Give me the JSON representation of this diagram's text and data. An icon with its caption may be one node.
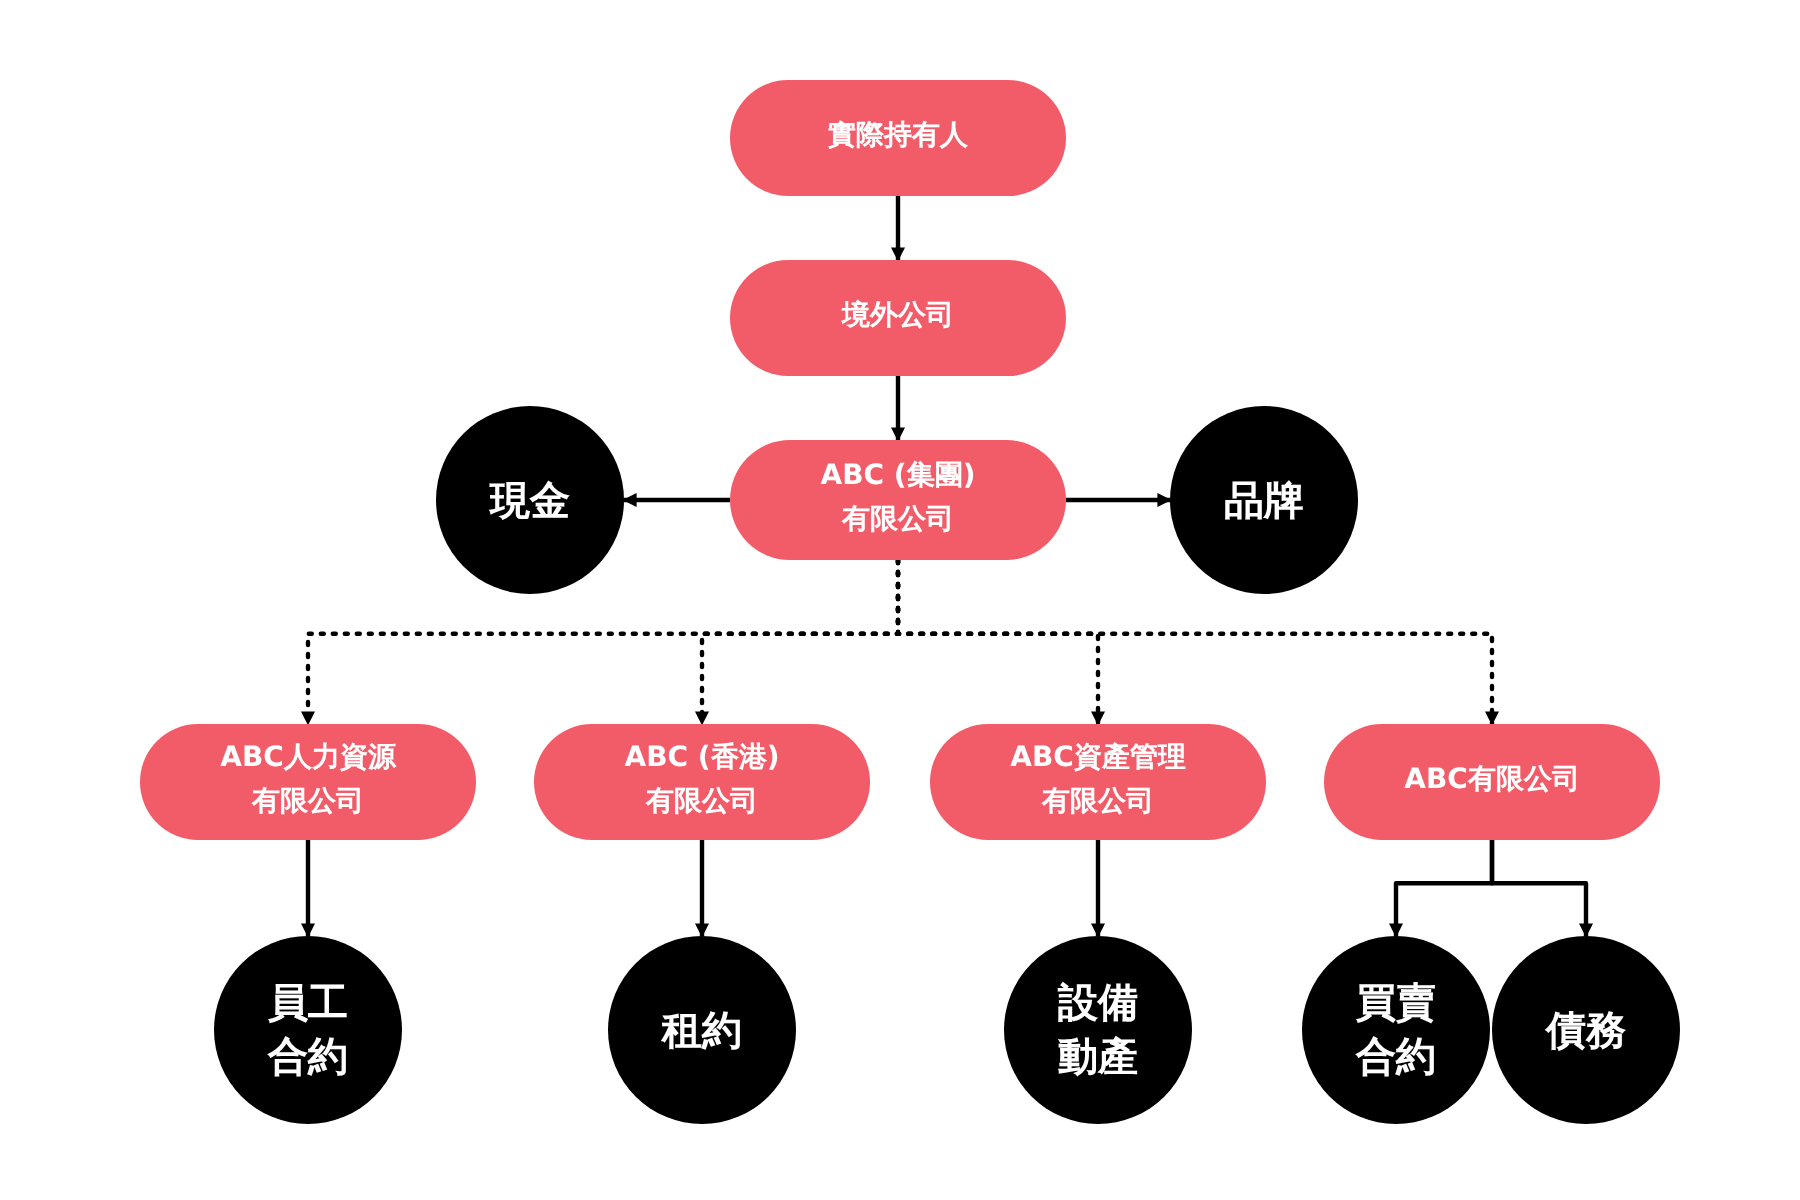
{
  "diagram": {
    "nodes": [
      {
        "text": [
          "實際持有人"
        ]
      },
      {
        "text": [
          "境外公司"
        ]
      },
      {
        "text": [
          "ABC (集團)有限公司"
        ]
      },
      {
        "text": [
          "現金"
        ]
      },
      {
        "text": [
          "品牌"
        ]
      },
      {
        "text": [
          "ABC人力資源有限公司"
        ]
      },
      {
        "text": [
          "ABC (香港)有限公司"
        ]
      },
      {
        "text": [
          "ABC資產管理有限公司"
        ]
      },
      {
        "text": [
          "ABC有限公司"
        ]
      },
      {
        "text": [
          "員工合約"
        ]
      },
      {
        "text": [
          "租約"
        ]
      },
      {
        "text": [
          "設備動產"
        ]
      },
      {
        "text": [
          "買賣合約"
        ]
      },
      {
        "text": [
          "債務"
        ]
      }
    ],
    "edges": [
      {
        "from": 0,
        "to": 1,
        "arrow": "to"
      },
      {
        "from": 1,
        "to": 2,
        "arrow": "to"
      },
      {
        "from": 2,
        "to": 3,
        "arrow": "to"
      },
      {
        "from": 2,
        "to": 4,
        "arrow": "to"
      },
      {
        "from": 2,
        "to": 5,
        "arrow": "to",
        "style": "dashed"
      },
      {
        "from": 2,
        "to": 6,
        "arrow": "to",
        "style": "dashed"
      },
      {
        "from": 2,
        "to": 7,
        "arrow": "to",
        "style": "dashed"
      },
      {
        "from": 2,
        "to": 8,
        "arrow": "to",
        "style": "dashed"
      },
      {
        "from": 5,
        "to": 9,
        "arrow": "to"
      },
      {
        "from": 6,
        "to": 10,
        "arrow": "to"
      },
      {
        "from": 7,
        "to": 11,
        "arrow": "to"
      },
      {
        "from": 8,
        "to": 12,
        "arrow": "to"
      },
      {
        "from": 8,
        "to": 13,
        "arrow": "to"
      }
    ]
  }
}
